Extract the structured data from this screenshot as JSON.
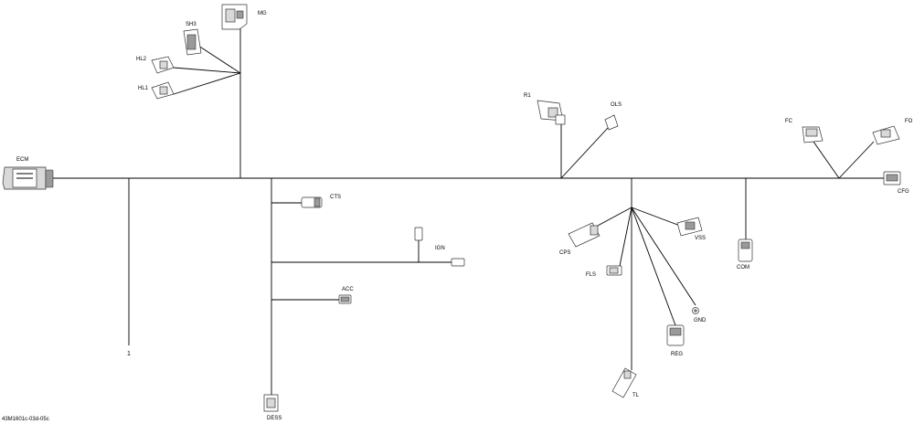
{
  "connectors": {
    "ecm": "ECM",
    "mg": "MG",
    "sh3": "SH3",
    "hl2": "HL2",
    "hl1": "HL1",
    "cts": "CTS",
    "ign": "IGN",
    "acc": "ACC",
    "dess": "DESS",
    "r1": "R1",
    "ols": "OLS",
    "fc": "FC",
    "fo": "FO",
    "cfg": "CFG",
    "vss": "VSS",
    "cps": "CPS",
    "com": "COM",
    "fls": "FLS",
    "gnd": "GND",
    "reg": "REG",
    "tl": "TL"
  },
  "callout": "1",
  "drawing_id": "43M1601c-03d-05c"
}
